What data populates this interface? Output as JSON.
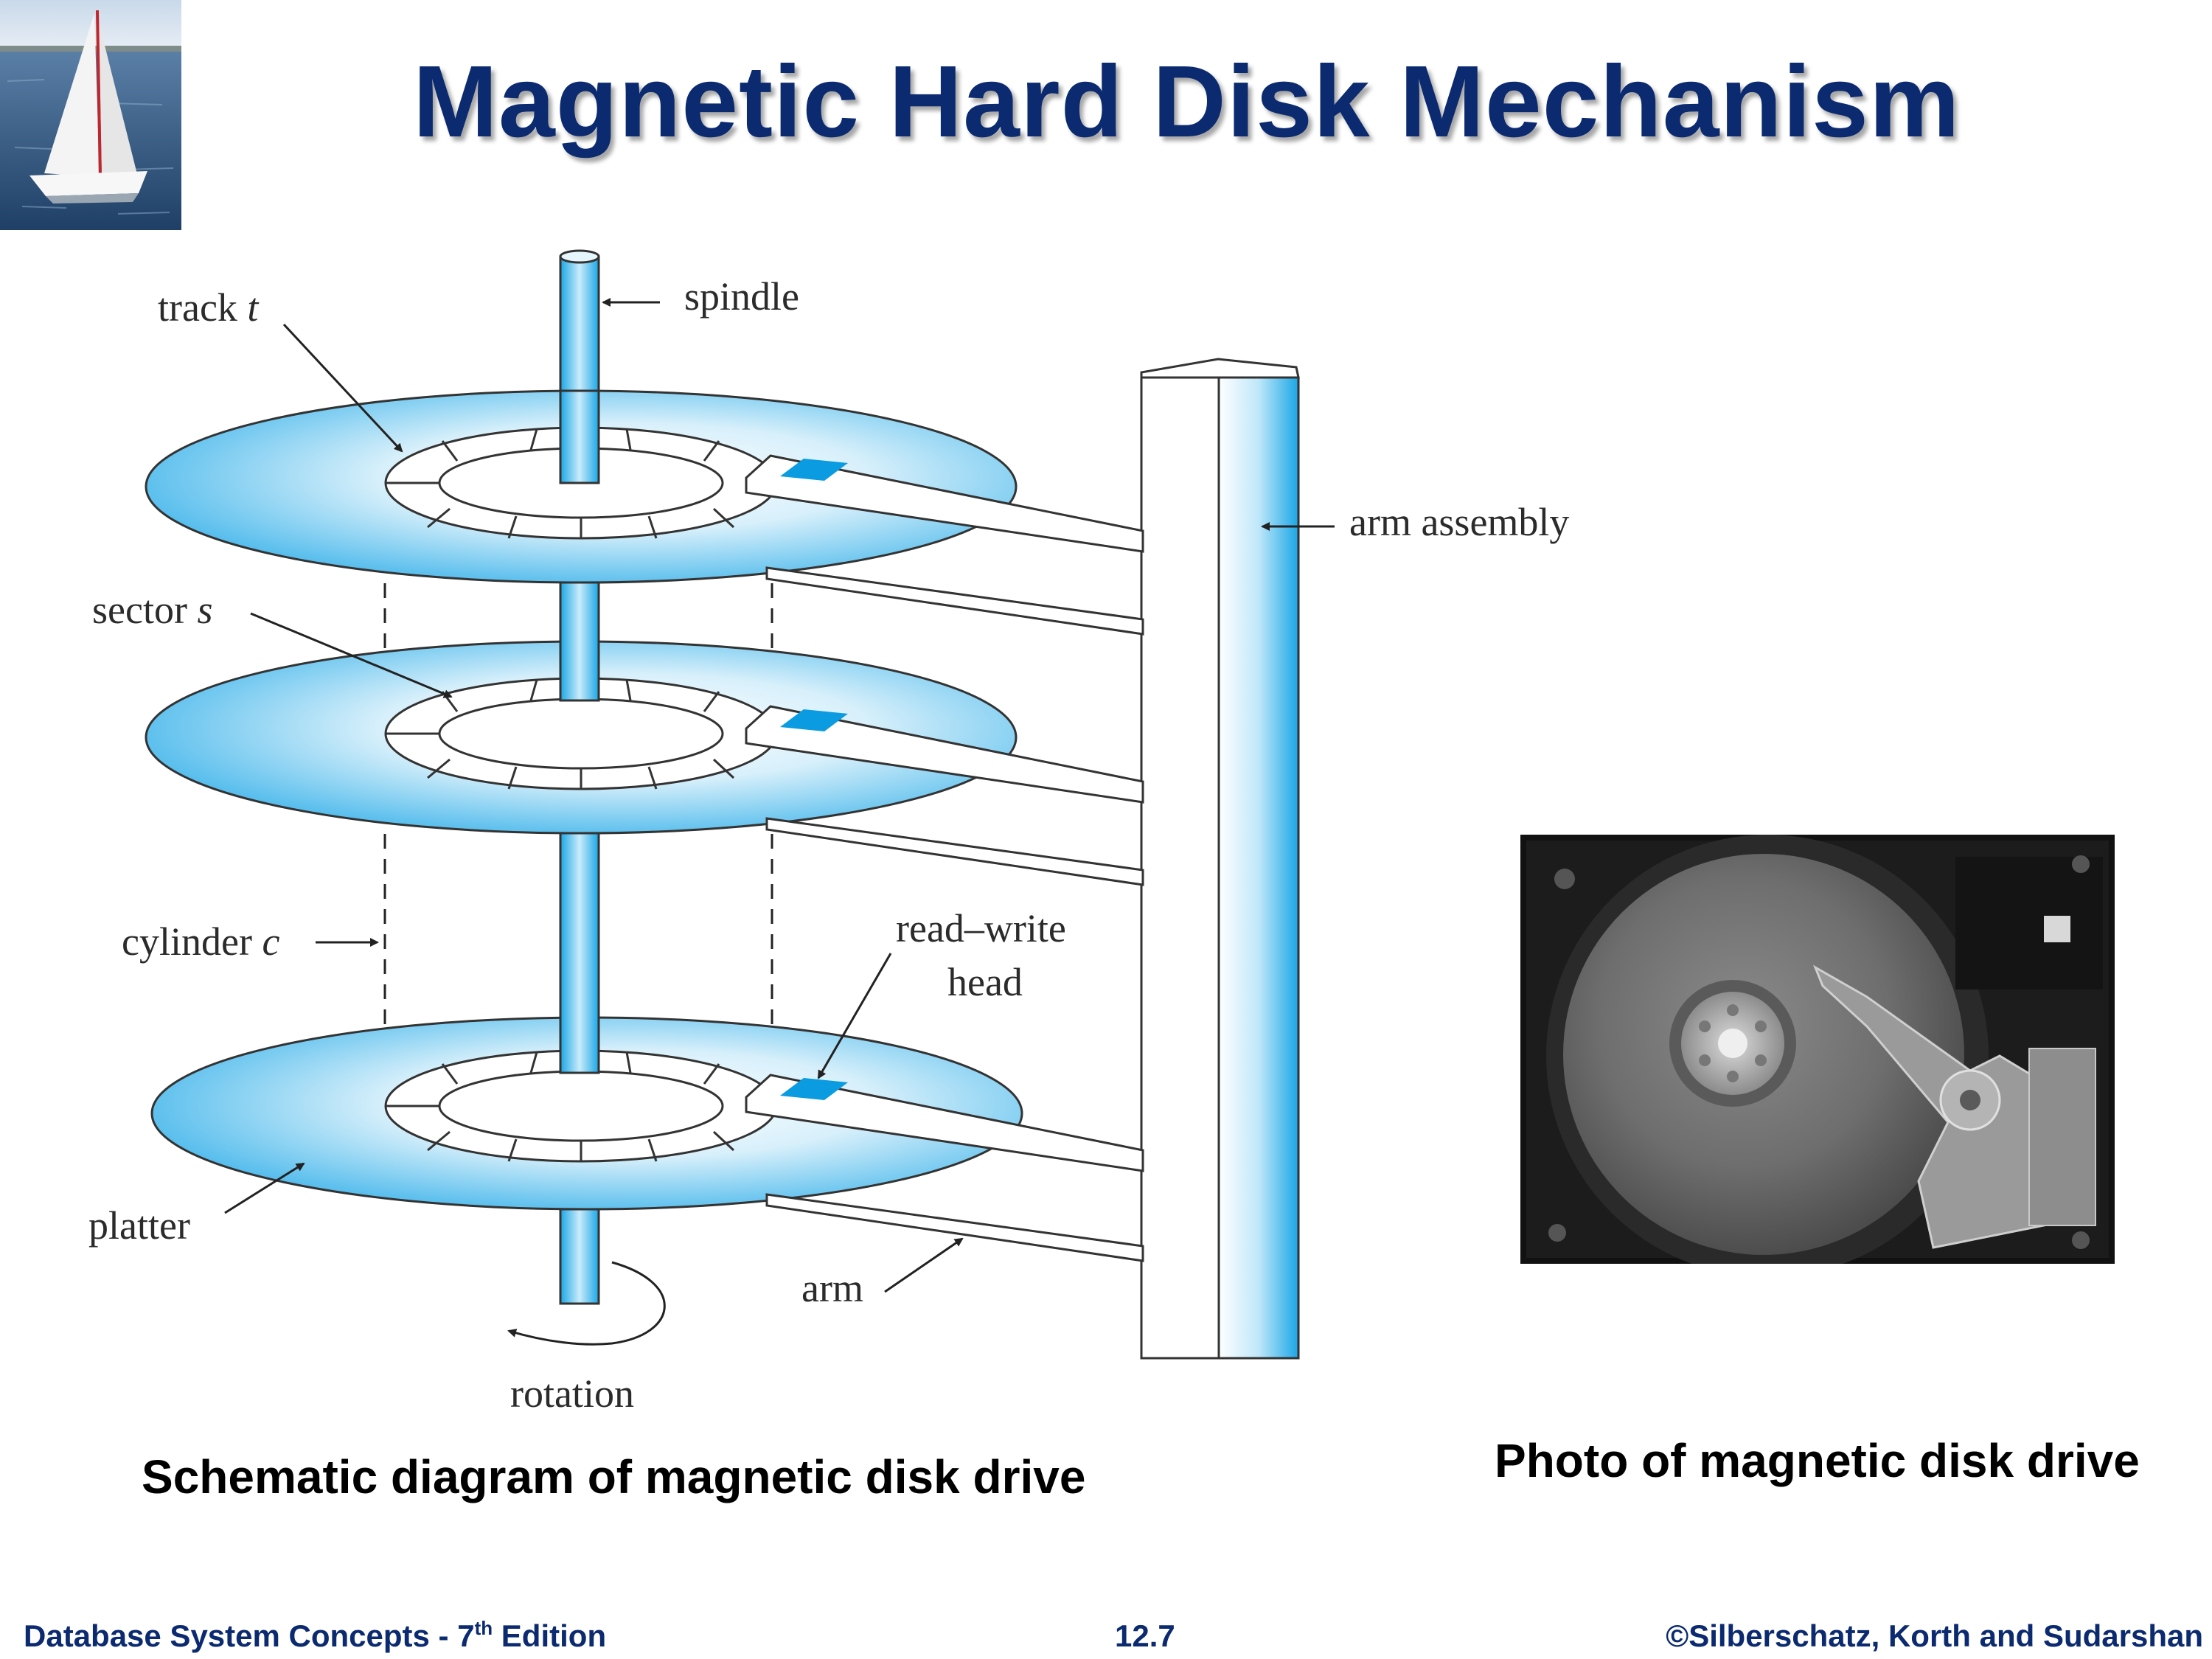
{
  "slide": {
    "title": "Magnetic Hard Disk Mechanism"
  },
  "diagram": {
    "labels": {
      "track": "track",
      "track_var": "t",
      "spindle": "spindle",
      "arm_assembly": "arm assembly",
      "sector": "sector",
      "sector_var": "s",
      "cylinder": "cylinder",
      "cylinder_var": "c",
      "read_write_1": "read–write",
      "read_write_2": "head",
      "platter": "platter",
      "arm": "arm",
      "rotation": "rotation"
    },
    "caption": "Schematic diagram of magnetic disk drive"
  },
  "photo": {
    "caption": "Photo of magnetic disk drive"
  },
  "footer": {
    "left": "Database System Concepts - 7",
    "left_sup": "th",
    "left_end": " Edition",
    "center": "12.7",
    "right": "©Silberschatz, Korth and Sudarshan"
  },
  "colors": {
    "title": "#0b2a6f",
    "platter": "#3fb4ea",
    "head": "#0a9be0",
    "footer": "#0b2a6f"
  }
}
